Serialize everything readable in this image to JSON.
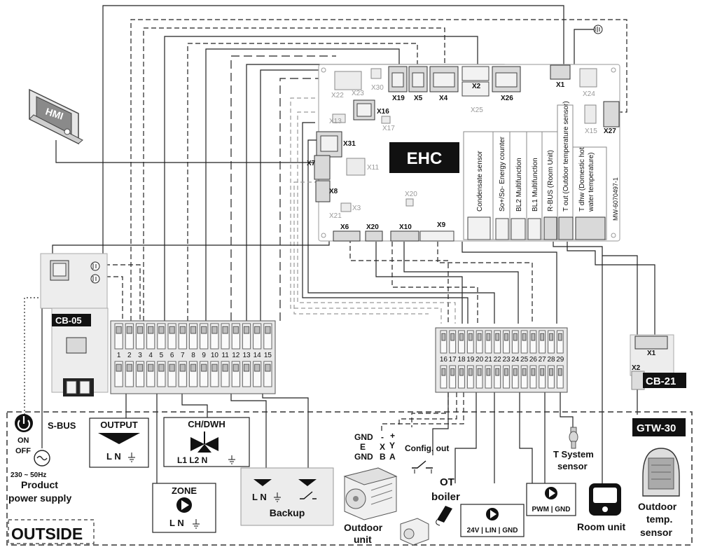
{
  "board": {
    "name": "EHC",
    "code": "MW-6070497-1"
  },
  "connectors": {
    "x1": "X1",
    "x2": "X2",
    "x3": "X3",
    "x4": "X4",
    "x5": "X5",
    "x6": "X6",
    "x7": "X7",
    "x8": "X8",
    "x9": "X9",
    "x10": "X10",
    "x11": "X11",
    "x13": "X13",
    "x15": "X15",
    "x16": "X16",
    "x17": "X17",
    "x19": "X19",
    "x20": "X20",
    "x20b": "X20",
    "x21": "X21",
    "x22": "X22",
    "x23": "X23",
    "x24": "X24",
    "x25": "X25",
    "x26": "X26",
    "x27": "X27",
    "x30": "X30",
    "x31": "X31"
  },
  "sensor_labels": [
    "Condensate sensor",
    "So+/So- Energy counter",
    "BL2 Multifunction",
    "BL1 Multifunction",
    "R-BUS (Room Unit)",
    "T out (Outdoor temperature sensor)"
  ],
  "tdhw_label": {
    "line1": "T dhw (Domestic hot",
    "line2": "water temperature)"
  },
  "modules": {
    "hmi": "HMI",
    "cb05": "CB-05",
    "cb21": "CB-21",
    "cb21_x1": "X1",
    "cb21_x2": "X2",
    "gtw30": "GTW-30",
    "sbus": "S-BUS"
  },
  "terminal_left": [
    "1",
    "2",
    "3",
    "4",
    "5",
    "6",
    "7",
    "8",
    "9",
    "10",
    "11",
    "12",
    "13",
    "14",
    "15"
  ],
  "terminal_right": [
    "16",
    "17",
    "18",
    "19",
    "20",
    "21",
    "22",
    "23",
    "24",
    "25",
    "26",
    "27",
    "28",
    "29"
  ],
  "outputs": {
    "output_title": "OUTPUT",
    "output_terms": "L N",
    "chdwh_title": "CH/DWH",
    "chdwh_terms": "L1 L2 N",
    "zone_title": "ZONE",
    "zone_terms": "L N",
    "backup_terms": "L N",
    "backup_title": "Backup"
  },
  "power": {
    "on": "ON",
    "off": "OFF",
    "voltage": "230 ~ 50Hz",
    "line1": "Product",
    "line2": "power supply"
  },
  "outdoor_unit": {
    "col1": [
      "GND",
      "E",
      "GND"
    ],
    "col2": [
      "-",
      "X",
      "B"
    ],
    "col3": [
      "+",
      "Y",
      "A"
    ],
    "line1": "Outdoor",
    "line2": "unit"
  },
  "config_out": "Config. out",
  "ot_boiler": {
    "line1": "OT",
    "line2": "boiler"
  },
  "pump_lin": "24V | LIN | GND",
  "pwm": "PWM | GND",
  "t_system": {
    "line1": "T System",
    "line2": "sensor"
  },
  "room_unit": "Room unit",
  "outdoor_temp": {
    "line1": "Outdoor",
    "line2": "temp.",
    "line3": "sensor"
  },
  "outside": "OUTSIDE"
}
